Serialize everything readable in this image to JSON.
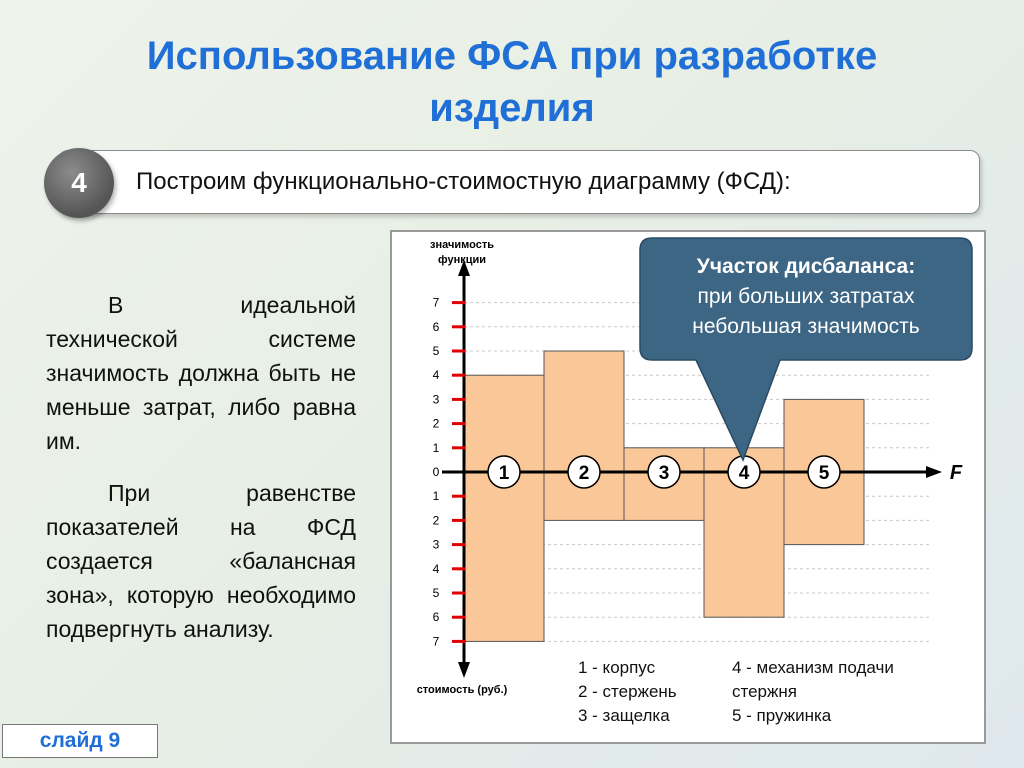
{
  "title": {
    "line1": "Использование ФСА при разработке",
    "line2": "изделия"
  },
  "step": {
    "number": "4",
    "text": "Построим функционально-стоимостную диаграмму (ФСД):"
  },
  "paragraphs": [
    "В идеальной технической системе значимость должна быть не меньше затрат, либо равна им.",
    "При равенстве показателей на ФСД создается «балансная зона», которую необходимо подвергнуть анализу."
  ],
  "slide_label": "слайд 9",
  "callout": {
    "heading": "Участок дисбаланса:",
    "line2": "при больших затратах",
    "line3": "небольшая значимость"
  },
  "legend": {
    "left": [
      "1 - корпус",
      "2 - стержень",
      "3 - защелка"
    ],
    "right": [
      "4 - механизм подачи",
      "стержня",
      "5 - пружинка"
    ]
  },
  "colors": {
    "title": "#1f6fd6",
    "bar_fill": "#fac898",
    "bar_stroke": "#555555",
    "tick": "#e00000",
    "callout": "#3d6685"
  },
  "chart_data": {
    "type": "bar",
    "y_axis_label_top": "значимость функции",
    "y_axis_label_bottom": "стоимость (руб.)",
    "x_axis_label": "F",
    "upper_ticks": [
      "7",
      "6",
      "5",
      "4",
      "3",
      "2",
      "1"
    ],
    "zero_tick": "0",
    "lower_ticks": [
      "1",
      "2",
      "3",
      "4",
      "5",
      "6",
      "7"
    ],
    "ylim": [
      -7,
      7
    ],
    "categories": [
      "1",
      "2",
      "3",
      "4",
      "5"
    ],
    "series": [
      {
        "values": [
          4,
          5,
          1,
          1,
          3
        ]
      },
      {
        "values": [
          7,
          2,
          2,
          6,
          3
        ]
      }
    ]
  }
}
